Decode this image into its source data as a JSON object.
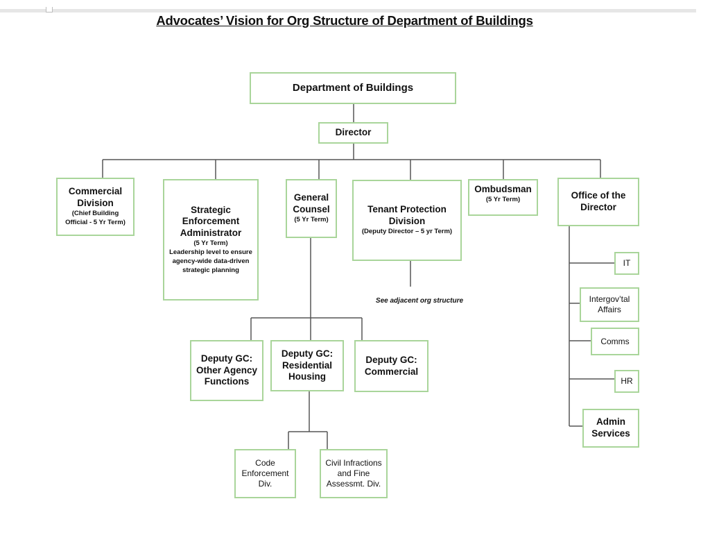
{
  "title": "Advocates’ Vision for Org Structure of Department of Buildings",
  "nodes": {
    "department": "Department of Buildings",
    "director": "Director",
    "commercial": {
      "name1": "Commercial",
      "name2": "Division",
      "sub1": "(Chief Building",
      "sub2": "Official - 5 Yr Term)"
    },
    "strategic": {
      "name1": "Strategic",
      "name2": "Enforcement",
      "name3": "Administrator",
      "sub1": "(5 Yr Term)",
      "sub2": "Leadership level to ensure",
      "sub3": "agency-wide data-driven",
      "sub4": "strategic planning"
    },
    "general_counsel": {
      "name1": "General",
      "name2": "Counsel",
      "sub1": "(5 Yr Term)"
    },
    "tenant": {
      "name1": "Tenant Protection",
      "name2": "Division",
      "sub1": "(Deputy Director – 5 yr Term)"
    },
    "ombudsman": {
      "name1": "Ombudsman",
      "sub1": "(5 Yr Term)"
    },
    "office_director": {
      "name1": "Office of the",
      "name2": "Director"
    },
    "deputy_other": {
      "l1": "Deputy GC:",
      "l2": "Other Agency",
      "l3": "Functions"
    },
    "deputy_residential": {
      "l1": "Deputy GC:",
      "l2": "Residential",
      "l3": "Housing"
    },
    "deputy_commercial": {
      "l1": "Deputy GC:",
      "l2": "Commercial"
    },
    "code_enforcement": {
      "l1": "Code",
      "l2": "Enforcement",
      "l3": "Div."
    },
    "civil_infractions": {
      "l1": "Civil Infractions",
      "l2": "and Fine",
      "l3": "Assessmt. Div."
    },
    "it": "IT",
    "intergov": {
      "l1": "Intergov’tal",
      "l2": "Affairs"
    },
    "comms": "Comms",
    "hr": "HR",
    "admin": {
      "l1": "Admin",
      "l2": "Services"
    }
  },
  "adjacent_note": "See adjacent org structure"
}
